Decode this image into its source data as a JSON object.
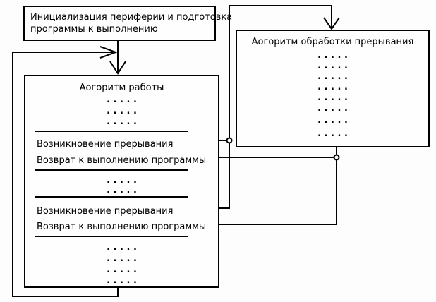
{
  "diagram": {
    "init_box": {
      "lines": [
        "Инициализация периферии и подготовка",
        "программы к выполнению"
      ]
    },
    "main_box": {
      "title": "Аогоритм работы",
      "sections": [
        {
          "interrupt_label": "Возникновение прерывания",
          "return_label": "Возврат к выполнению программы"
        },
        {
          "interrupt_label": "Возникновение прерывания",
          "return_label": "Возврат к выполнению программы"
        }
      ]
    },
    "isr_box": {
      "title": "Аогоритм обработки прерывания"
    },
    "dots_row": ". . . . .",
    "colors": {
      "line": "#000000",
      "background": "#fdfdfd",
      "box_fill": "#fefefe"
    }
  }
}
